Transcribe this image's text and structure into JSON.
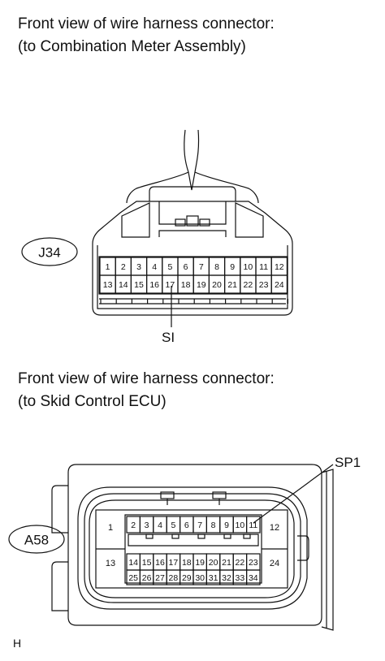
{
  "captions": {
    "top_line1": "Front view of wire harness connector:",
    "top_line2": "(to Combination Meter Assembly)",
    "bottom_line1": "Front view of wire harness connector:",
    "bottom_line2": "(to Skid Control ECU)"
  },
  "connector_j34": {
    "label": "J34",
    "row1": [
      "1",
      "2",
      "3",
      "4",
      "5",
      "6",
      "7",
      "8",
      "9",
      "10",
      "11",
      "12"
    ],
    "row2": [
      "13",
      "14",
      "15",
      "16",
      "17",
      "18",
      "19",
      "20",
      "21",
      "22",
      "23",
      "24"
    ],
    "signal_label": "SI"
  },
  "connector_a58": {
    "label": "A58",
    "left_top": "1",
    "left_bottom": "13",
    "right_top": "12",
    "right_bottom": "24",
    "row1": [
      "2",
      "3",
      "4",
      "5",
      "6",
      "7",
      "8",
      "9",
      "10",
      "11"
    ],
    "row2": [
      "14",
      "15",
      "16",
      "17",
      "18",
      "19",
      "20",
      "21",
      "22",
      "23"
    ],
    "row3": [
      "25",
      "26",
      "27",
      "28",
      "29",
      "30",
      "31",
      "32",
      "33",
      "34"
    ],
    "signal_label": "SP1"
  },
  "footer": "H"
}
